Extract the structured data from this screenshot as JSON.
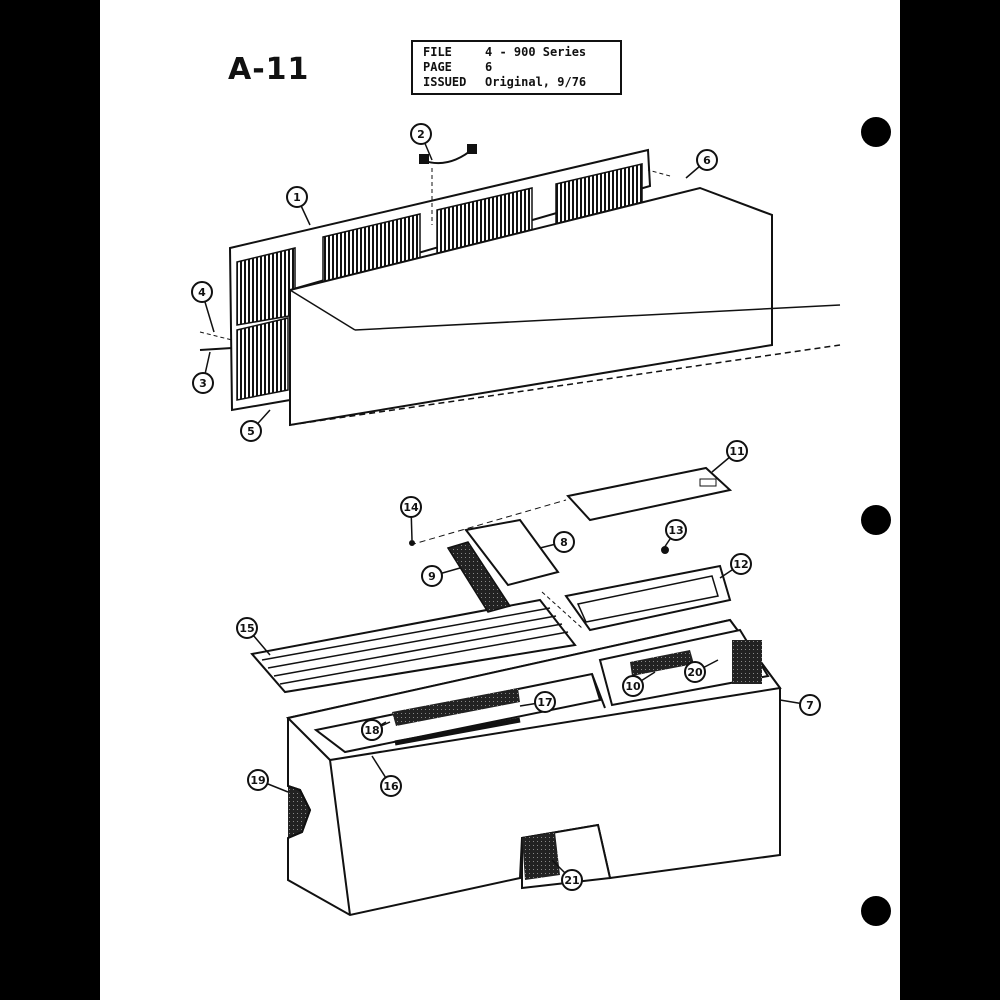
{
  "header": {
    "page_id": "A-11",
    "info": [
      {
        "label": "FILE",
        "value": "4 - 900 Series"
      },
      {
        "label": "PAGE",
        "value": "6"
      },
      {
        "label": "ISSUED",
        "value": "Original, 9/76"
      }
    ]
  },
  "callouts": [
    "1",
    "2",
    "3",
    "4",
    "5",
    "6",
    "7",
    "8",
    "9",
    "10",
    "11",
    "12",
    "13",
    "14",
    "15",
    "16",
    "16",
    "17",
    "18",
    "19",
    "20",
    "21"
  ],
  "colors": {
    "ink": "#111111",
    "paper": "#ffffff",
    "border": "#000000"
  }
}
